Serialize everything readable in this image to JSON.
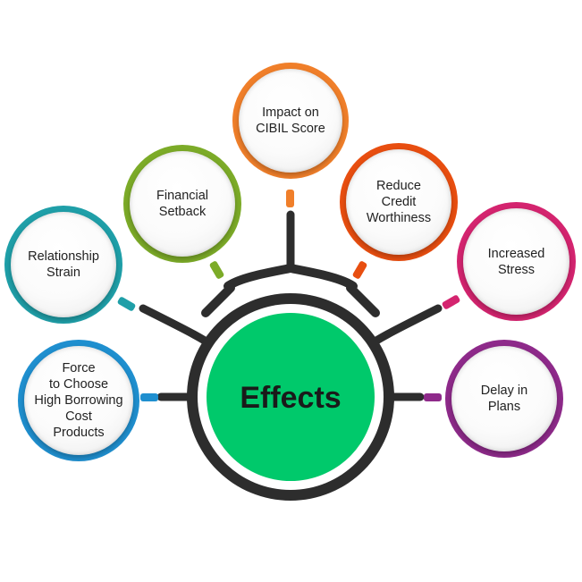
{
  "center": {
    "label": "Effects",
    "fill": "#00c96b",
    "ring": "#2d2d2d"
  },
  "nodes": [
    {
      "id": "impact-cibil",
      "label": "Impact on\nCIBIL Score",
      "color": "#f07f2a"
    },
    {
      "id": "financial-setback",
      "label": "Financial\nSetback",
      "color": "#7cab28"
    },
    {
      "id": "reduce-credit",
      "label": "Reduce\nCredit\nWorthiness",
      "color": "#e84e10"
    },
    {
      "id": "relationship-strain",
      "label": "Relationship\nStrain",
      "color": "#1f9fa8"
    },
    {
      "id": "increased-stress",
      "label": "Increased\nStress",
      "color": "#d4246f"
    },
    {
      "id": "high-borrowing",
      "label": "Force\nto Choose\nHigh Borrowing\nCost\nProducts",
      "color": "#1f8fcf"
    },
    {
      "id": "delay-plans",
      "label": "Delay in\nPlans",
      "color": "#8e2a8a"
    }
  ]
}
